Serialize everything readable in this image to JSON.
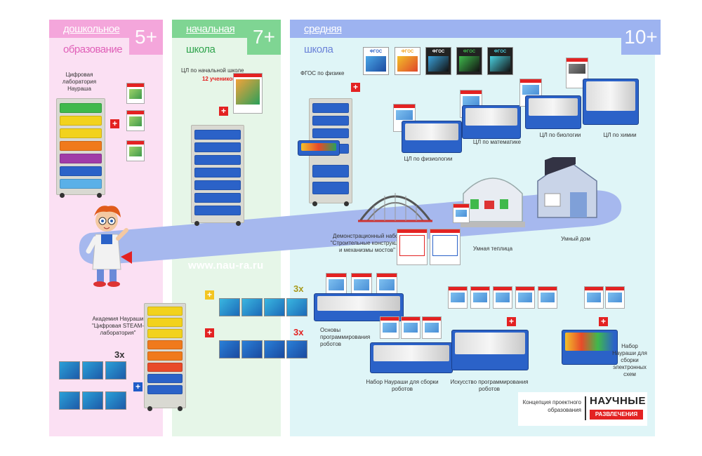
{
  "columns": {
    "preschool": {
      "title": "дошкольное",
      "subtitle": "образование",
      "age": "5+"
    },
    "primary": {
      "title": "начальная",
      "subtitle": "школа",
      "age": "7+"
    },
    "middle": {
      "title": "средняя",
      "subtitle": "школа",
      "age": "10+"
    }
  },
  "url": "www.nau-ra.ru",
  "labels": {
    "digital_lab": "Цифровая лаборатория Наураша",
    "primary_lab": "ЦЛ по начальной школе",
    "primary_lab_count": "12 учеников",
    "fgos_physics": "ФГОС по физике",
    "cl_physics": "ЦЛ по физиологии",
    "cl_math": "ЦЛ по математике",
    "cl_biology": "ЦЛ по биологии",
    "cl_chemistry": "ЦЛ по химии",
    "demo_set": "Демонстрационный набор \"Строительные конструкции и механизмы мостов\"",
    "smart_greenhouse": "Умная теплица",
    "smart_home": "Умный дом",
    "academy": "Академия Наураши \"Цифровая STEAM-лаборатория\"",
    "robotics_basics": "Основы программирования роботов",
    "robot_kit": "Набор Наураши для сборки роботов",
    "ai_robotics": "Искусство программирования роботов",
    "electronics_kit": "Набор Наураши для сборки электронных схем"
  },
  "multipliers": {
    "preschool": "3x",
    "middle_top": "3x",
    "middle_bottom": "3x"
  },
  "fgos_covers": [
    "ФГОС",
    "ФГОС",
    "ФГОС",
    "ФГОС",
    "ФГОС"
  ],
  "logo": {
    "concept": "Концепция проектного образования",
    "brand": "НАУЧНЫЕ",
    "brand_sub": "РАЗВЛЕЧЕНИЯ"
  },
  "colors": {
    "preschool_bg": "#fbe0f3",
    "preschool_accent": "#f4a6db",
    "primary_bg": "#e6f6e8",
    "primary_accent": "#7fd593",
    "middle_bg": "#dff5f7",
    "middle_accent": "#9db3f0",
    "road": "#a6b8ee",
    "plus_red": "#e32222",
    "plus_blue": "#1f5cc8"
  }
}
